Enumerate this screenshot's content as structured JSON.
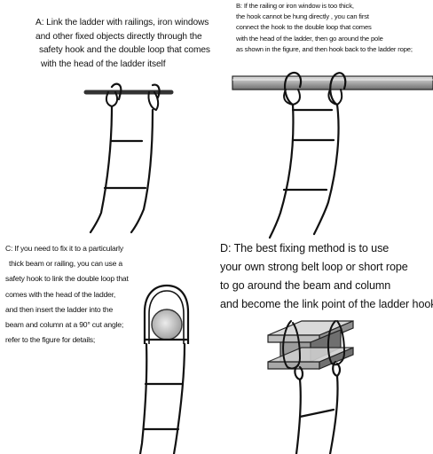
{
  "captions": {
    "a": [
      "A: Link the ladder with railings, iron windows",
      "and other fixed objects directly through the",
      "safety hook and the double loop that comes",
      "with the head of the ladder itself"
    ],
    "b": [
      "B: If the railing or iron window is too thick,",
      "the hook cannot be hung directly , you can first",
      "connect the hook to the double loop that comes",
      "with the head of the ladder, then go around the pole",
      "as shown in the figure, and then hook back to the ladder rope;"
    ],
    "c": [
      "C: If you need to fix it to a particularly",
      "thick beam or railing, you can use a",
      "safety hook to link the double loop that",
      "comes with the head of the ladder,",
      "and then insert the ladder into the",
      "beam and column at a 90° cut angle;",
      "refer to the figure for details;"
    ],
    "d": [
      "D: The best fixing method is to use",
      "your own strong belt loop or short rope",
      "to go around the beam and column",
      "and become the link point of the ladder hook;"
    ]
  },
  "colors": {
    "ink": "#111111",
    "bar": "#333333",
    "beam_light": "#d9d9d9",
    "beam_dark": "#7a7a7a",
    "disc": "#c8c8c8"
  }
}
